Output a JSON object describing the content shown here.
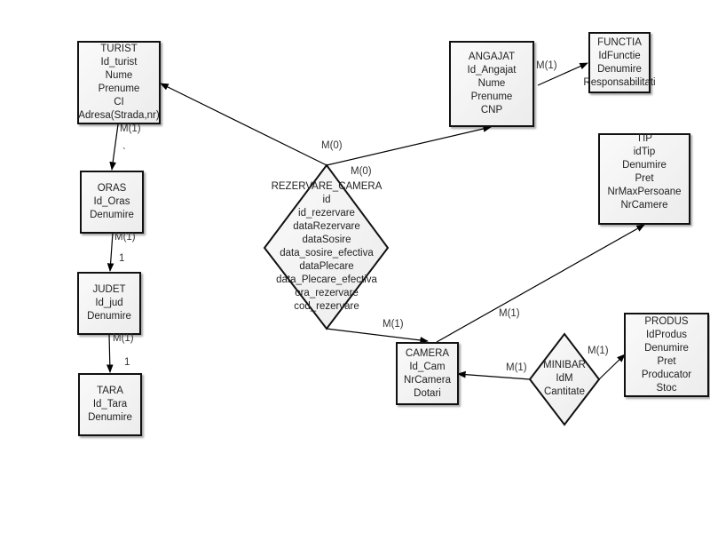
{
  "diagram": {
    "entities": [
      {
        "id": "turist",
        "lines": [
          "TURIST",
          "Id_turist",
          "Nume",
          "Prenume",
          "CI",
          "Adresa(Strada,nr)"
        ]
      },
      {
        "id": "oras",
        "lines": [
          "ORAS",
          "Id_Oras",
          "Denumire"
        ]
      },
      {
        "id": "judet",
        "lines": [
          "JUDET",
          "Id_jud",
          "Denumire"
        ]
      },
      {
        "id": "tara",
        "lines": [
          "TARA",
          "Id_Tara",
          "Denumire"
        ]
      },
      {
        "id": "angajat",
        "lines": [
          "ANGAJAT",
          "Id_Angajat",
          "Nume",
          "Prenume",
          "CNP"
        ]
      },
      {
        "id": "functia",
        "lines": [
          "FUNCTIA",
          "IdFunctie",
          "Denumire",
          "Responsabilitati"
        ]
      },
      {
        "id": "tip",
        "lines": [
          "TIP",
          "idTip",
          "Denumire",
          "Pret",
          "NrMaxPersoane",
          "NrCamere"
        ]
      },
      {
        "id": "camera",
        "lines": [
          "CAMERA",
          "Id_Cam",
          "NrCamera",
          "Dotari"
        ]
      },
      {
        "id": "produs",
        "lines": [
          "PRODUS",
          "IdProdus",
          "Denumire",
          "Pret",
          "Producator",
          "Stoc"
        ]
      }
    ],
    "relationships": [
      {
        "id": "rezervare_camera",
        "lines": [
          "REZERVARE_CAMERA",
          "id",
          "id_rezervare",
          "dataRezervare",
          "dataSosire",
          "data_sosire_efectiva",
          "dataPlecare",
          "data_Plecare_efectiva",
          "ora_rezervare",
          "cod_rezervare"
        ]
      },
      {
        "id": "minibar",
        "lines": [
          "MINIBAR",
          "IdM",
          "Cantitate"
        ]
      }
    ],
    "connections": [
      {
        "from": "turist",
        "to": "oras",
        "label_from": "M(1)",
        "label_to": "`"
      },
      {
        "from": "oras",
        "to": "judet",
        "label_from": "M(1)",
        "label_to": "1"
      },
      {
        "from": "judet",
        "to": "tara",
        "label_from": "M(1)",
        "label_to": "1"
      },
      {
        "from": "rezervare_camera",
        "to": "turist",
        "label_from": "M(0)"
      },
      {
        "from": "rezervare_camera",
        "to": "angajat",
        "label_from": "M(0)"
      },
      {
        "from": "rezervare_camera",
        "to": "camera",
        "label_from": "M(1)"
      },
      {
        "from": "angajat",
        "to": "functia",
        "label_from": "M(1)"
      },
      {
        "from": "camera",
        "to": "tip",
        "label_from": "M(1)"
      },
      {
        "from": "minibar",
        "to": "camera",
        "label_from": "M(1)"
      },
      {
        "from": "minibar",
        "to": "produs",
        "label_from": "M(1)"
      }
    ]
  }
}
